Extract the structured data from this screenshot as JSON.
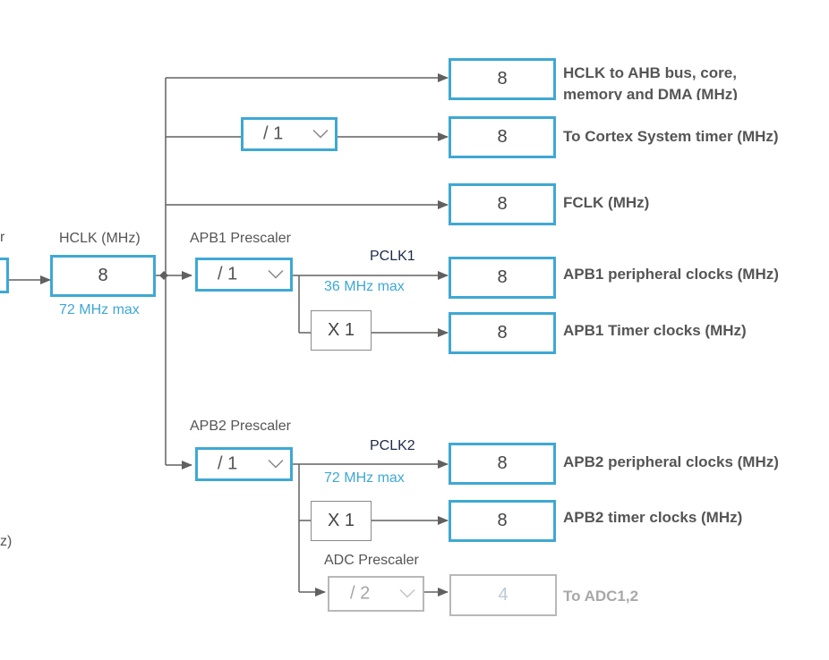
{
  "left_edge": {
    "label_fragment": "r",
    "bottom_fragment": "z)"
  },
  "hclk": {
    "label": "HCLK (MHz)",
    "value": "8",
    "max": "72 MHz max"
  },
  "apb1": {
    "label": "APB1 Prescaler",
    "value": "/ 1",
    "pclk_label": "PCLK1",
    "max": "36 MHz max",
    "timer_mult": "X 1"
  },
  "apb2": {
    "label": "APB2 Prescaler",
    "value": "/ 1",
    "pclk_label": "PCLK2",
    "max": "72 MHz max",
    "timer_mult": "X 1"
  },
  "cortex_div": {
    "value": "/ 1"
  },
  "adc": {
    "label": "ADC Prescaler",
    "value": "/ 2",
    "output_value": "4",
    "output_label": "To ADC1,2"
  },
  "outputs": [
    {
      "value": "8",
      "label": "HCLK to AHB bus, core, memory and DMA (MHz)"
    },
    {
      "value": "8",
      "label": "To Cortex System timer (MHz)"
    },
    {
      "value": "8",
      "label": "FCLK (MHz)"
    },
    {
      "value": "8",
      "label": "APB1 peripheral clocks (MHz)"
    },
    {
      "value": "8",
      "label": "APB1 Timer clocks (MHz)"
    },
    {
      "value": "8",
      "label": "APB2 peripheral clocks (MHz)"
    },
    {
      "value": "8",
      "label": "APB2 timer clocks (MHz)"
    }
  ],
  "colors": {
    "accent": "#3ea8d4",
    "wire": "#606060",
    "disabled": "#b8b8b8"
  }
}
